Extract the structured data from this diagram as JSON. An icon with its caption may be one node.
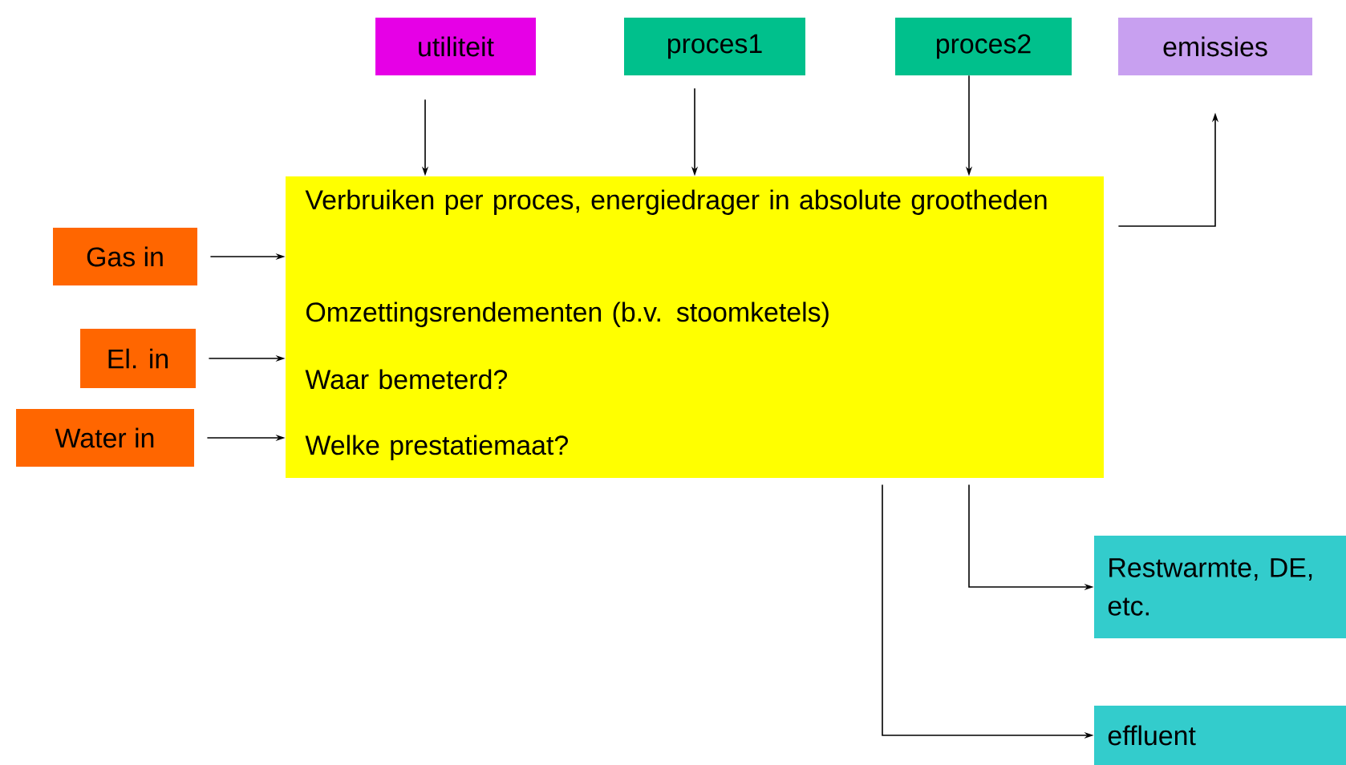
{
  "diagram": {
    "nodes": [
      {
        "text": [
          "utiliteit"
        ]
      },
      {
        "text": [
          "proces1"
        ]
      },
      {
        "text": [
          "proces2"
        ]
      },
      {
        "text": [
          "emissies"
        ]
      },
      {
        "text": [
          "Verbruiken per proces, energiedrager in absolute grootheden",
          "Omzettingsrendementen (b.v. stoomketels)",
          "Waar bemeterd?",
          "Welke prestatiemaat?"
        ]
      },
      {
        "text": [
          "Gas in"
        ]
      },
      {
        "text": [
          "El. in"
        ]
      },
      {
        "text": [
          "Water in"
        ]
      },
      {
        "text": [
          "Restwarmte, DE, etc."
        ]
      },
      {
        "text": [
          "effluent"
        ]
      }
    ],
    "edges": [
      {
        "from": 0,
        "to": 4,
        "arrow": "to"
      },
      {
        "from": 1,
        "to": 4,
        "arrow": "to"
      },
      {
        "from": 2,
        "to": 4,
        "arrow": "to"
      },
      {
        "from": 4,
        "to": 3,
        "arrow": "to"
      },
      {
        "from": 5,
        "to": 4,
        "arrow": "to"
      },
      {
        "from": 6,
        "to": 4,
        "arrow": "to"
      },
      {
        "from": 7,
        "to": 4,
        "arrow": "to"
      },
      {
        "from": 4,
        "to": 8,
        "arrow": "to"
      },
      {
        "from": 4,
        "to": 9,
        "arrow": "to"
      }
    ]
  }
}
